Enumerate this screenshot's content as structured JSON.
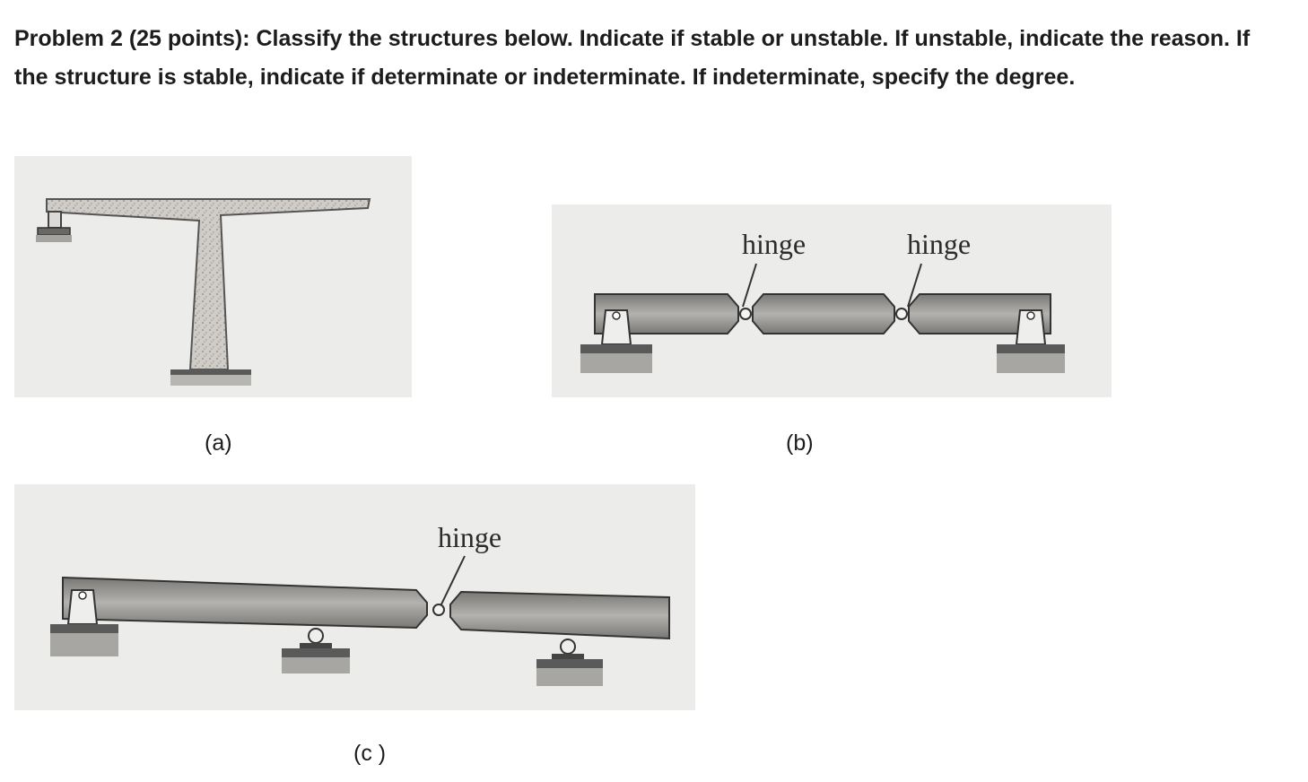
{
  "problem": {
    "text": "Problem 2 (25 points): Classify the structures below. Indicate if stable or unstable. If unstable, indicate the reason. If the structure is stable, indicate if determinate or indeterminate. If indeterminate, specify the degree."
  },
  "figures": {
    "a": {
      "caption": "(a)"
    },
    "b": {
      "caption": "(b)",
      "hinge_labels": [
        "hinge",
        "hinge"
      ]
    },
    "c": {
      "caption": "(c )",
      "hinge_labels": [
        "hinge"
      ]
    }
  },
  "colors": {
    "panel_bg": "#ececea",
    "concrete": "#c9c6c1",
    "beam": "#9c9a97",
    "beam_dark": "#6e6c69",
    "ground": "#5a5a5a"
  }
}
